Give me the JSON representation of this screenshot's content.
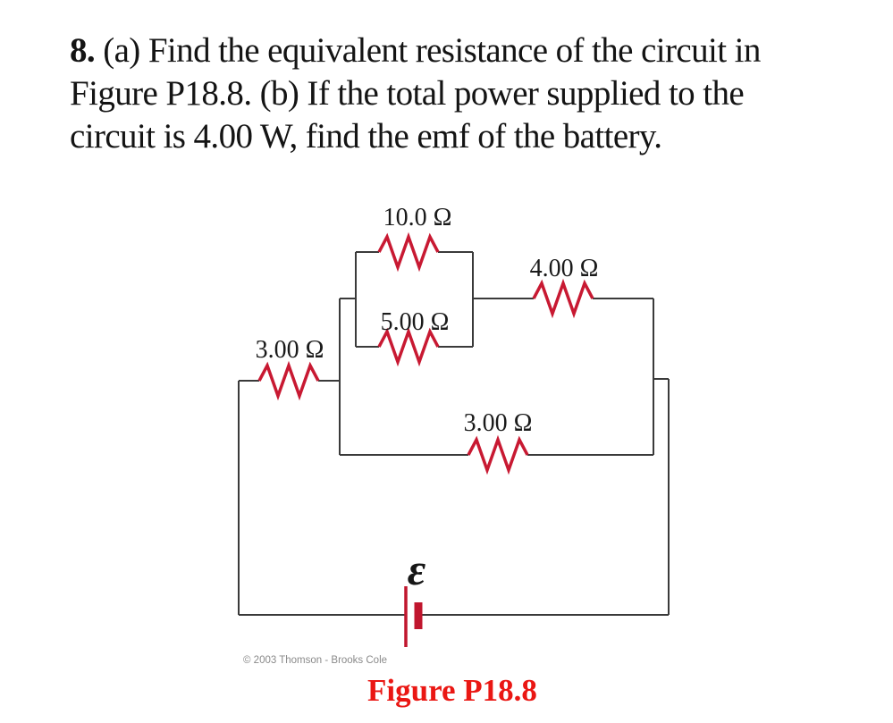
{
  "problem": {
    "number_label": "8.",
    "line1_rest": " (a) Find the equivalent resistance of the circuit in",
    "line2": "Figure P18.8. (b) If the total power supplied to the",
    "line3": "circuit is 4.00 W, find the emf of the battery."
  },
  "figure": {
    "resistor_labels": {
      "r10": "10.0 Ω",
      "r5": "5.00 Ω",
      "r4": "4.00 Ω",
      "r3_left": "3.00 Ω",
      "r3_bottom": "3.00 Ω"
    },
    "resistor_values_ohms": {
      "r10": 10.0,
      "r5": 5.0,
      "r4": 4.0,
      "r3_left": 3.0,
      "r3_bottom": 3.0
    },
    "battery_label": "ε",
    "copyright": "© 2003 Thomson - Brooks Cole",
    "caption": "Figure P18.8",
    "colors": {
      "resistor_red": "#c81932",
      "battery_red": "#c0162e",
      "wire_gray": "#3a3a3a",
      "caption_red": "#ea1713",
      "text_black": "#141414",
      "copyright_gray": "#8a8a8a"
    }
  }
}
